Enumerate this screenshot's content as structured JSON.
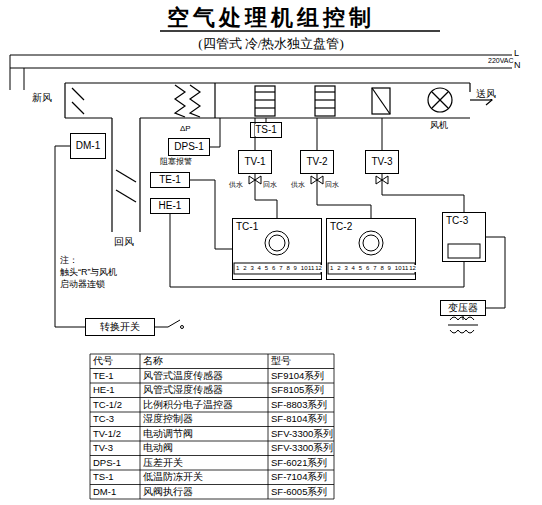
{
  "diagram": {
    "title": "空气处理机组控制",
    "caption": "(四管式 冷/热水独立盘管)",
    "nodes": [
      {
        "text": [
          "DM-1"
        ]
      },
      {
        "text": [
          "DPS-1"
        ]
      },
      {
        "text": [
          "TS-1"
        ]
      },
      {
        "text": [
          "TV-1"
        ]
      },
      {
        "text": [
          "TV-2"
        ]
      },
      {
        "text": [
          "TV-3"
        ]
      },
      {
        "text": [
          "TE-1"
        ]
      },
      {
        "text": [
          "HE-1"
        ]
      },
      {
        "text": [
          "TC-1"
        ]
      },
      {
        "text": [
          "TC-2"
        ]
      },
      {
        "text": [
          "TC-3"
        ]
      },
      {
        "text": [
          "变压器"
        ]
      },
      {
        "text": [
          "转换开关"
        ]
      }
    ],
    "edges": [
      {
        "from": 6,
        "to": 8,
        "arrow": "none"
      },
      {
        "from": 7,
        "to": 10,
        "arrow": "none"
      },
      {
        "from": 8,
        "to": 3,
        "arrow": "none"
      },
      {
        "from": 9,
        "to": 4,
        "arrow": "none"
      },
      {
        "from": 10,
        "to": 5,
        "arrow": "none"
      },
      {
        "from": 11,
        "to": 10,
        "arrow": "none"
      },
      {
        "from": 0,
        "to": 12,
        "arrow": "none"
      }
    ],
    "labels": [
      "L",
      "220VAC",
      "N",
      "新风",
      "回风",
      "送风",
      "风机",
      "阻塞报警",
      "注：",
      "触头“R”与风机",
      "启动器连锁",
      "供水",
      "回水",
      "供水",
      "回水",
      "ΔP",
      "代号",
      "名称",
      "型号",
      "TE-1",
      "风管式温度传感器",
      "SF9104系列",
      "HE-1",
      "风管式湿度传感器",
      "SF8105系列",
      "TC-1/2",
      "比例积分电子温控器",
      "SF-8803系列",
      "TC-3",
      "湿度控制器",
      "SF-8104系列",
      "TV-1/2",
      "电动调节阀",
      "SFV-3300系列",
      "TV-3",
      "电动阀",
      "SFV-3300系列",
      "DPS-1",
      "压差开关",
      "SF-6021系列",
      "TS-1",
      "低温防冻开关",
      "SF-7104系列",
      "DM-1",
      "风阀执行器",
      "SF-6005系列",
      "1",
      "2",
      "3",
      "4",
      "5",
      "6",
      "7",
      "8",
      "9",
      "10",
      "11",
      "12",
      "1",
      "2",
      "3",
      "4",
      "5",
      "6",
      "7",
      "8",
      "9",
      "10",
      "11",
      "12"
    ]
  }
}
